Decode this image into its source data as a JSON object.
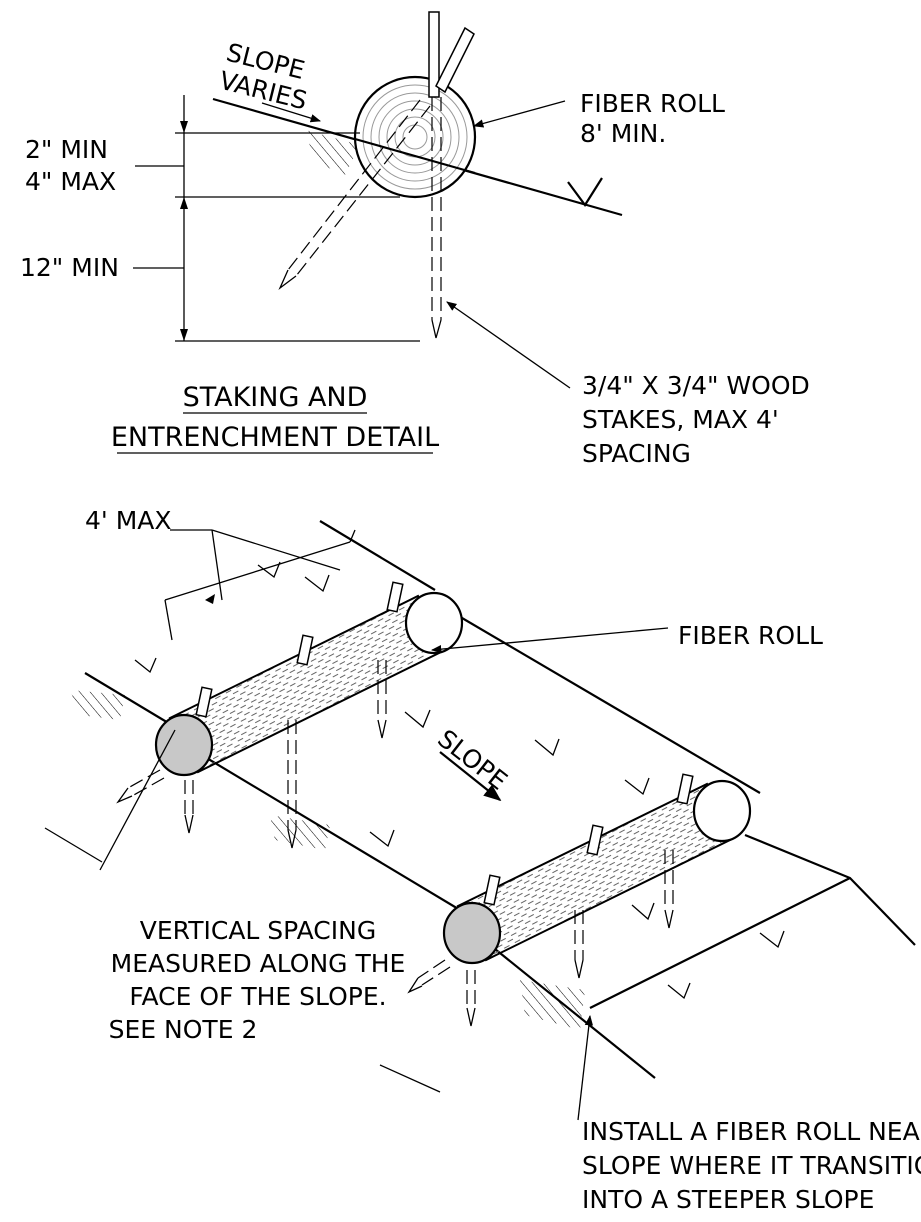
{
  "detail": {
    "slope_varies_1": "SLOPE",
    "slope_varies_2": "VARIES",
    "fiber_roll_1": "FIBER ROLL",
    "fiber_roll_2": "8' MIN.",
    "depth_1": "2\" MIN",
    "depth_2": "4\" MAX",
    "depth_3": "12\" MIN",
    "stakes_1": "3/4\" X 3/4\" WOOD",
    "stakes_2": "STAKES, MAX 4'",
    "stakes_3": "SPACING",
    "title_1": "STAKING AND",
    "title_2": "ENTRENCHMENT DETAIL"
  },
  "iso": {
    "max_spacing": "4' MAX",
    "fiber_roll": "FIBER ROLL",
    "slope": "SLOPE",
    "note_1": "VERTICAL SPACING",
    "note_2": "MEASURED ALONG THE",
    "note_3": "FACE OF THE SLOPE.",
    "note_4": "SEE NOTE 2",
    "install_1": "INSTALL A FIBER ROLL NEAR",
    "install_2": "SLOPE WHERE IT TRANSITION",
    "install_3": "INTO A STEEPER SLOPE"
  }
}
